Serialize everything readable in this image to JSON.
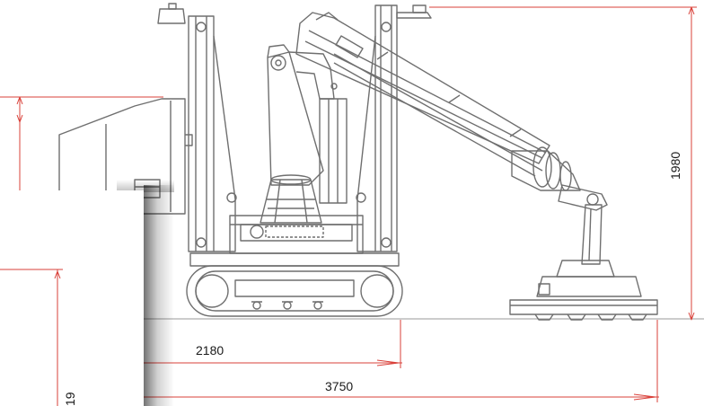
{
  "dimensions": {
    "height": "1980",
    "width_short": "2180",
    "width_long": "3750",
    "overlay_partial": "19"
  },
  "colors": {
    "line": "#6f6f6f",
    "dimension_line": "#d9413a",
    "text": "#1a1a1a"
  }
}
